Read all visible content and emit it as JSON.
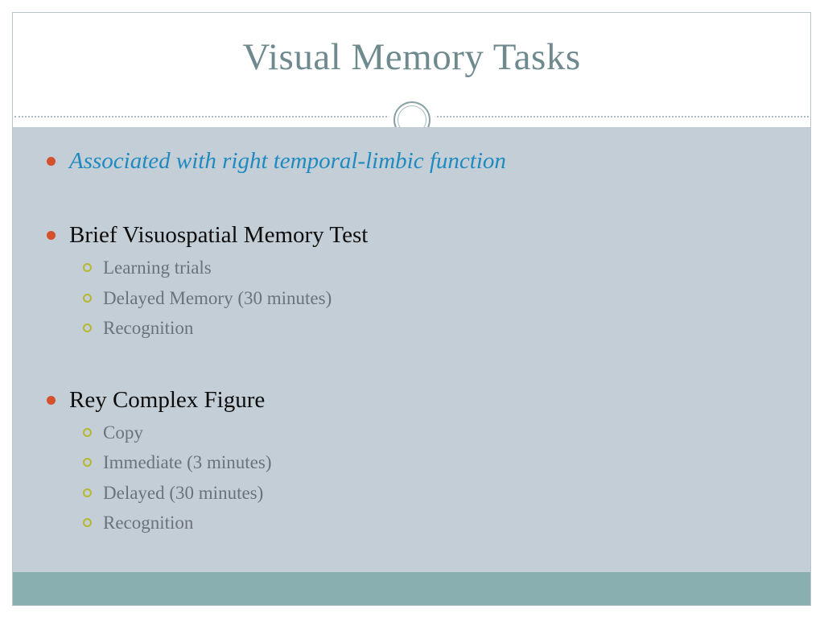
{
  "slide": {
    "title": "Visual Memory Tasks",
    "ornament": "double-ring-circle",
    "colors": {
      "title": "#6f8a8e",
      "body_background": "#c3ced6",
      "footer_bar": "#8aafb0",
      "level1_bullet": "#d4512e",
      "level2_bullet": "#b5b82e",
      "accent_text": "#1f8ac0",
      "level1_text": "#0d0d0d",
      "level2_text": "#6a737d",
      "slide_border": "#b9c6c8",
      "divider": "#aab8c2"
    },
    "content": [
      {
        "text": "Associated with right temporal-limbic function",
        "style": "accent",
        "children": []
      },
      {
        "text": "Brief Visuospatial Memory Test",
        "style": "normal",
        "children": [
          "Learning trials",
          "Delayed Memory (30 minutes)",
          "Recognition"
        ]
      },
      {
        "text": "Rey Complex Figure",
        "style": "normal",
        "children": [
          "Copy",
          "Immediate (3 minutes)",
          "Delayed (30 minutes)",
          "Recognition"
        ]
      }
    ]
  }
}
